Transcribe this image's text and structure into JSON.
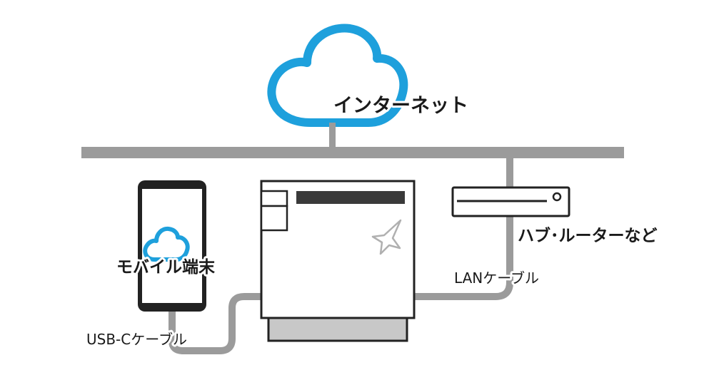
{
  "labels": {
    "internet": "インターネット",
    "mobile": "モバイル端末",
    "router": "ハブ･ルーターなど",
    "lan_cable": "LANケーブル",
    "usb_cable": "USB-Cケーブル"
  },
  "colors": {
    "cloud": "#1ea0dc",
    "line": "#9b9b9b",
    "outline": "#222222",
    "printer_base": "#c8c8c8",
    "paper_slot": "#3a3a3a",
    "logo": "#b0b0b0"
  },
  "icons": [
    "cloud-icon",
    "phone-icon",
    "printer-icon",
    "router-icon",
    "star-logo-icon"
  ]
}
